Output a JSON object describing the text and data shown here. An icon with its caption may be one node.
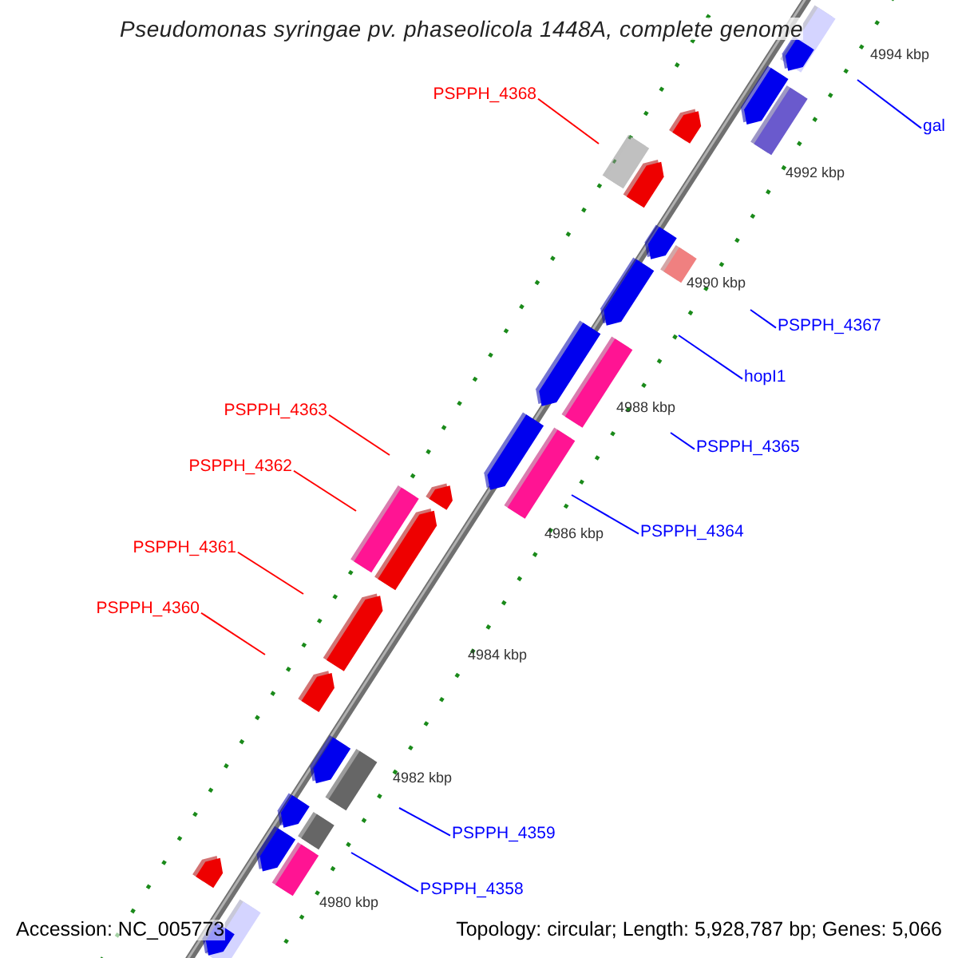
{
  "diagram": {
    "title": "Pseudomonas syringae pv. phaseolicola 1448A, complete genome",
    "nodes": [
      {
        "text": [
          "PSPPH_4368"
        ]
      },
      {
        "text": [
          "gal"
        ]
      },
      {
        "text": [
          "PSPPH_4367"
        ]
      },
      {
        "text": [
          "hopI1"
        ]
      },
      {
        "text": [
          "PSPPH_4363"
        ]
      },
      {
        "text": [
          "PSPPH_4365"
        ]
      },
      {
        "text": [
          "PSPPH_4362"
        ]
      },
      {
        "text": [
          "PSPPH_4364"
        ]
      },
      {
        "text": [
          "PSPPH_4361"
        ]
      },
      {
        "text": [
          "PSPPH_4360"
        ]
      },
      {
        "text": [
          "PSPPH_4359"
        ]
      },
      {
        "text": [
          "PSPPH_4358"
        ]
      }
    ],
    "edges": [
      {
        "from": 0,
        "to": null,
        "arrow": "none",
        "color": "#ff0000"
      },
      {
        "from": 1,
        "to": null,
        "arrow": "none"
      },
      {
        "from": 2,
        "to": null,
        "arrow": "none"
      },
      {
        "from": 3,
        "to": null,
        "arrow": "none"
      },
      {
        "from": 4,
        "to": null,
        "arrow": "none",
        "color": "#ff0000"
      },
      {
        "from": 5,
        "to": null,
        "arrow": "none"
      },
      {
        "from": 6,
        "to": null,
        "arrow": "none",
        "color": "#ff0000"
      },
      {
        "from": 7,
        "to": null,
        "arrow": "none"
      },
      {
        "from": 8,
        "to": null,
        "arrow": "none",
        "color": "#ff0000"
      },
      {
        "from": 9,
        "to": null,
        "arrow": "none",
        "color": "#ff0000"
      },
      {
        "from": 10,
        "to": null,
        "arrow": "none"
      },
      {
        "from": 11,
        "to": null,
        "arrow": "none"
      }
    ],
    "labels": [
      "4994 kbp",
      "4992 kbp",
      "4990 kbp",
      "4988 kbp",
      "4986 kbp",
      "4984 kbp",
      "4982 kbp",
      "4980 kbp",
      "Accession: NC_005773",
      "Topology: circular; Length: 5,928,787 bp; Genes: 5,066"
    ]
  }
}
